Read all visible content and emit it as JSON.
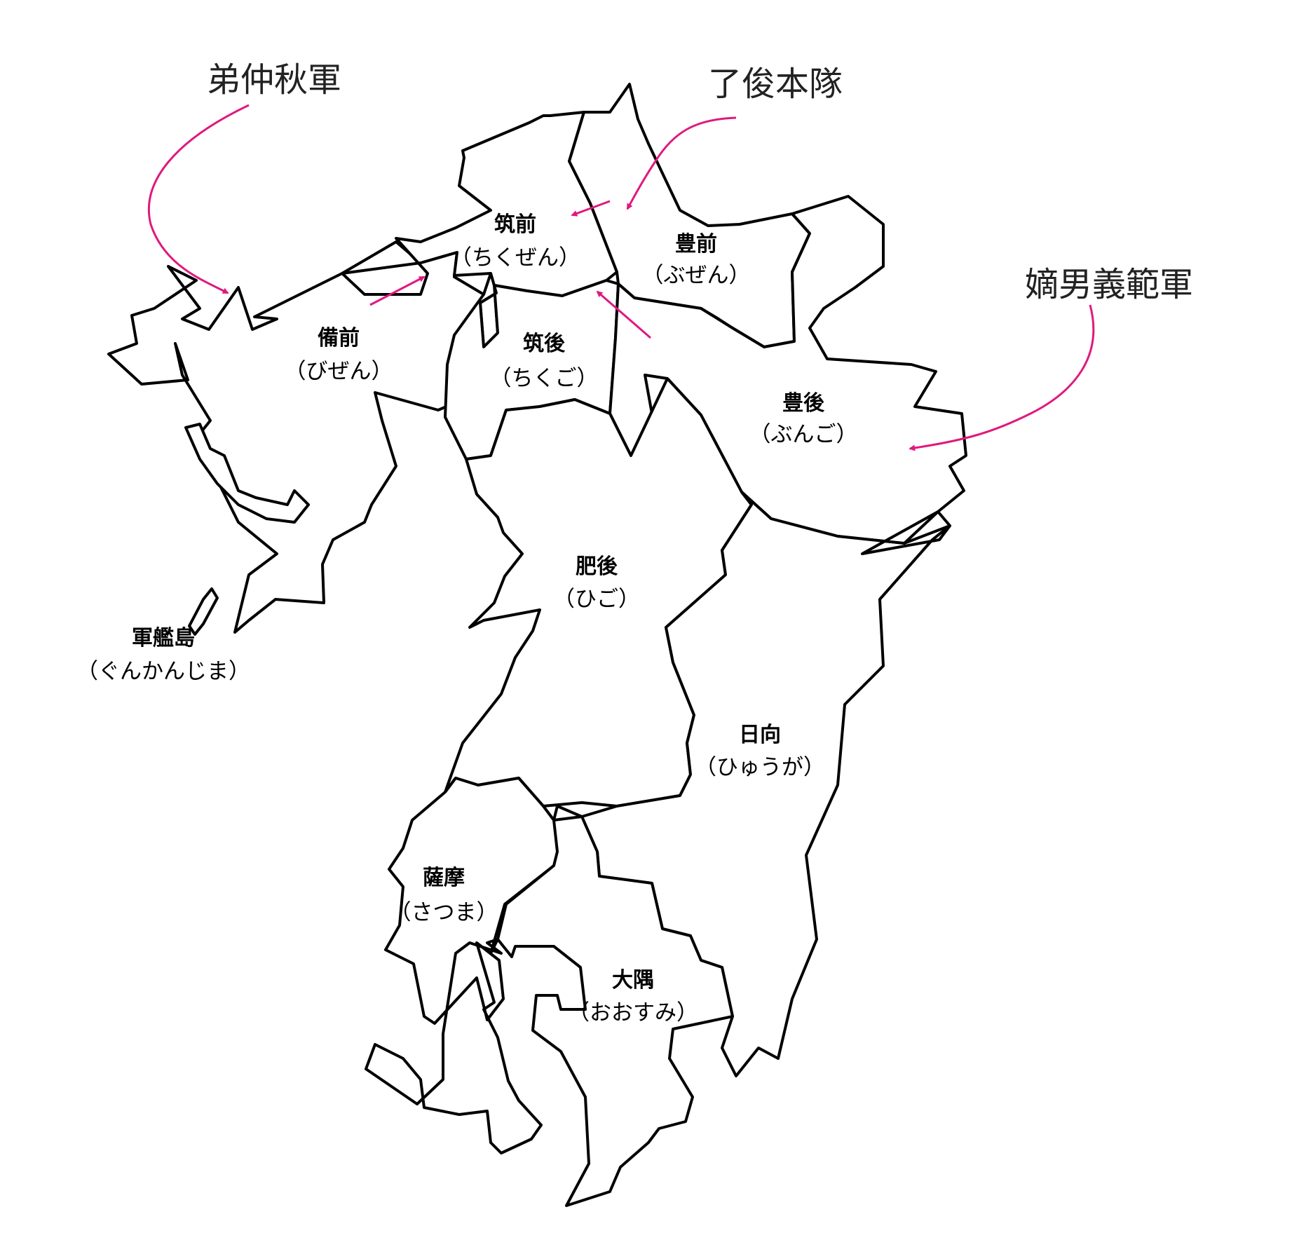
{
  "colors": {
    "accent": "#e0197e",
    "outline": "#000000",
    "background": "#ffffff"
  },
  "armies": [
    {
      "id": "army-1",
      "label": "弟仲秋軍"
    },
    {
      "id": "army-2",
      "label": "了俊本隊"
    },
    {
      "id": "army-3",
      "label": "嫡男義範軍"
    }
  ],
  "provinces": [
    {
      "id": "chikuzen",
      "name": "筑前",
      "reading": "（ちくぜん）"
    },
    {
      "id": "buzen",
      "name": "豊前",
      "reading": "（ぶぜん）"
    },
    {
      "id": "bizen",
      "name": "備前",
      "reading": "（びぜん）"
    },
    {
      "id": "chikugo",
      "name": "筑後",
      "reading": "（ちくご）"
    },
    {
      "id": "bungo",
      "name": "豊後",
      "reading": "（ぶんご）"
    },
    {
      "id": "higo",
      "name": "肥後",
      "reading": "（ひご）"
    },
    {
      "id": "gunkanjima",
      "name": "軍艦島",
      "reading": "（ぐんかんじま）"
    },
    {
      "id": "hyuga",
      "name": "日向",
      "reading": "（ひゅうが）"
    },
    {
      "id": "satsuma",
      "name": "薩摩",
      "reading": "（さつま）"
    },
    {
      "id": "osumi",
      "name": "大隅",
      "reading": "（おおすみ）"
    }
  ]
}
